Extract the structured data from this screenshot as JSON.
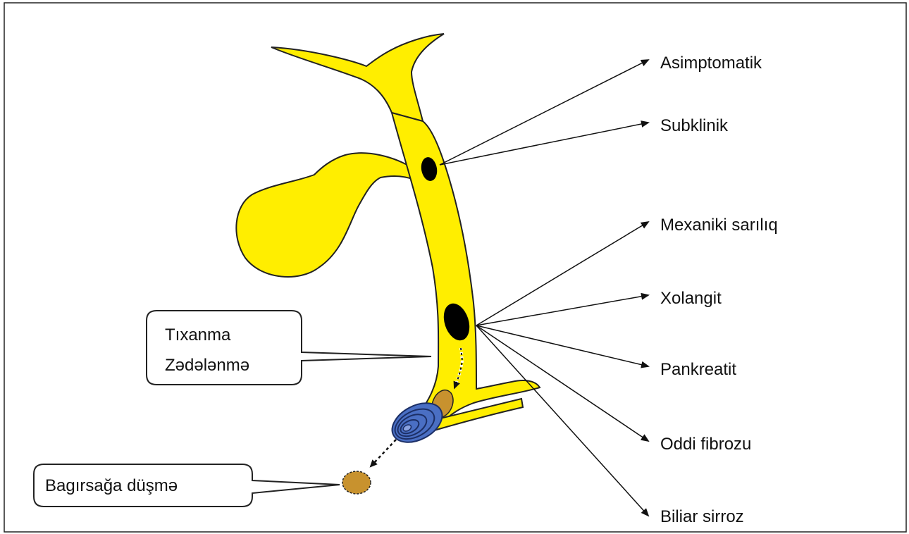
{
  "outcomes": [
    "Asimptomatik",
    "Subklinik",
    "Mexaniki sarılıq",
    "Xolangit",
    "Pankreatit",
    "Oddi fibrozu",
    "Biliar sirroz"
  ],
  "callouts": {
    "obstruction": {
      "line1": "Tıxanma",
      "line2": "Zədələnmə"
    },
    "intestine": {
      "text": "Bagırsağa düşmə"
    }
  },
  "colors": {
    "duct_fill": "#ffee00",
    "stone": "#000000",
    "passing_stone": "#c8922e",
    "sphincter": "#4a6fc4",
    "line": "#111111"
  }
}
